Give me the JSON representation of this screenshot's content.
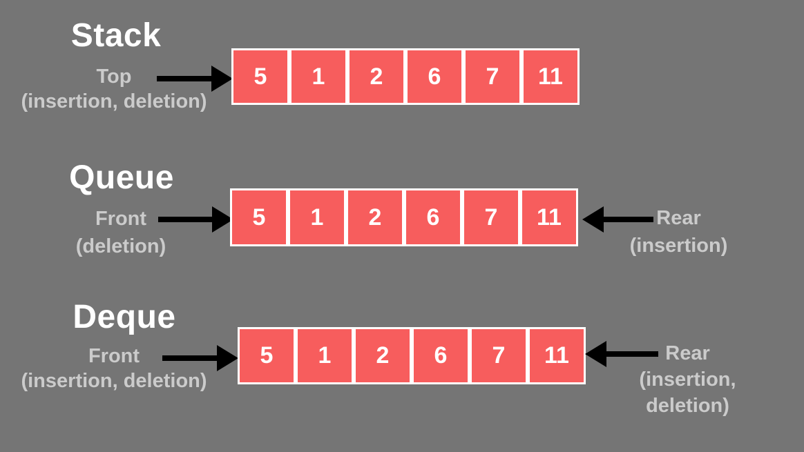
{
  "theme": {
    "background": "#757575",
    "box_fill": "#f75d5d",
    "box_border": "#ffffff",
    "number_color": "#ffffff",
    "title_color": "#ffffff",
    "label_color": "#cbcbcb",
    "arrow_color": "#000000"
  },
  "sections": {
    "stack": {
      "title": "Stack",
      "left_label_line1": "Top",
      "left_label_line2": "(insertion, deletion)",
      "values": [
        "5",
        "1",
        "2",
        "6",
        "7",
        "11"
      ]
    },
    "queue": {
      "title": "Queue",
      "left_label_line1": "Front",
      "left_label_line2": "(deletion)",
      "right_label_line1": "Rear",
      "right_label_line2": "(insertion)",
      "values": [
        "5",
        "1",
        "2",
        "6",
        "7",
        "11"
      ]
    },
    "deque": {
      "title": "Deque",
      "left_label_line1": "Front",
      "left_label_line2": "(insertion, deletion)",
      "right_label_line1": "Rear",
      "right_label_line2": "(insertion,",
      "right_label_line3": "deletion)",
      "values": [
        "5",
        "1",
        "2",
        "6",
        "7",
        "11"
      ]
    }
  }
}
